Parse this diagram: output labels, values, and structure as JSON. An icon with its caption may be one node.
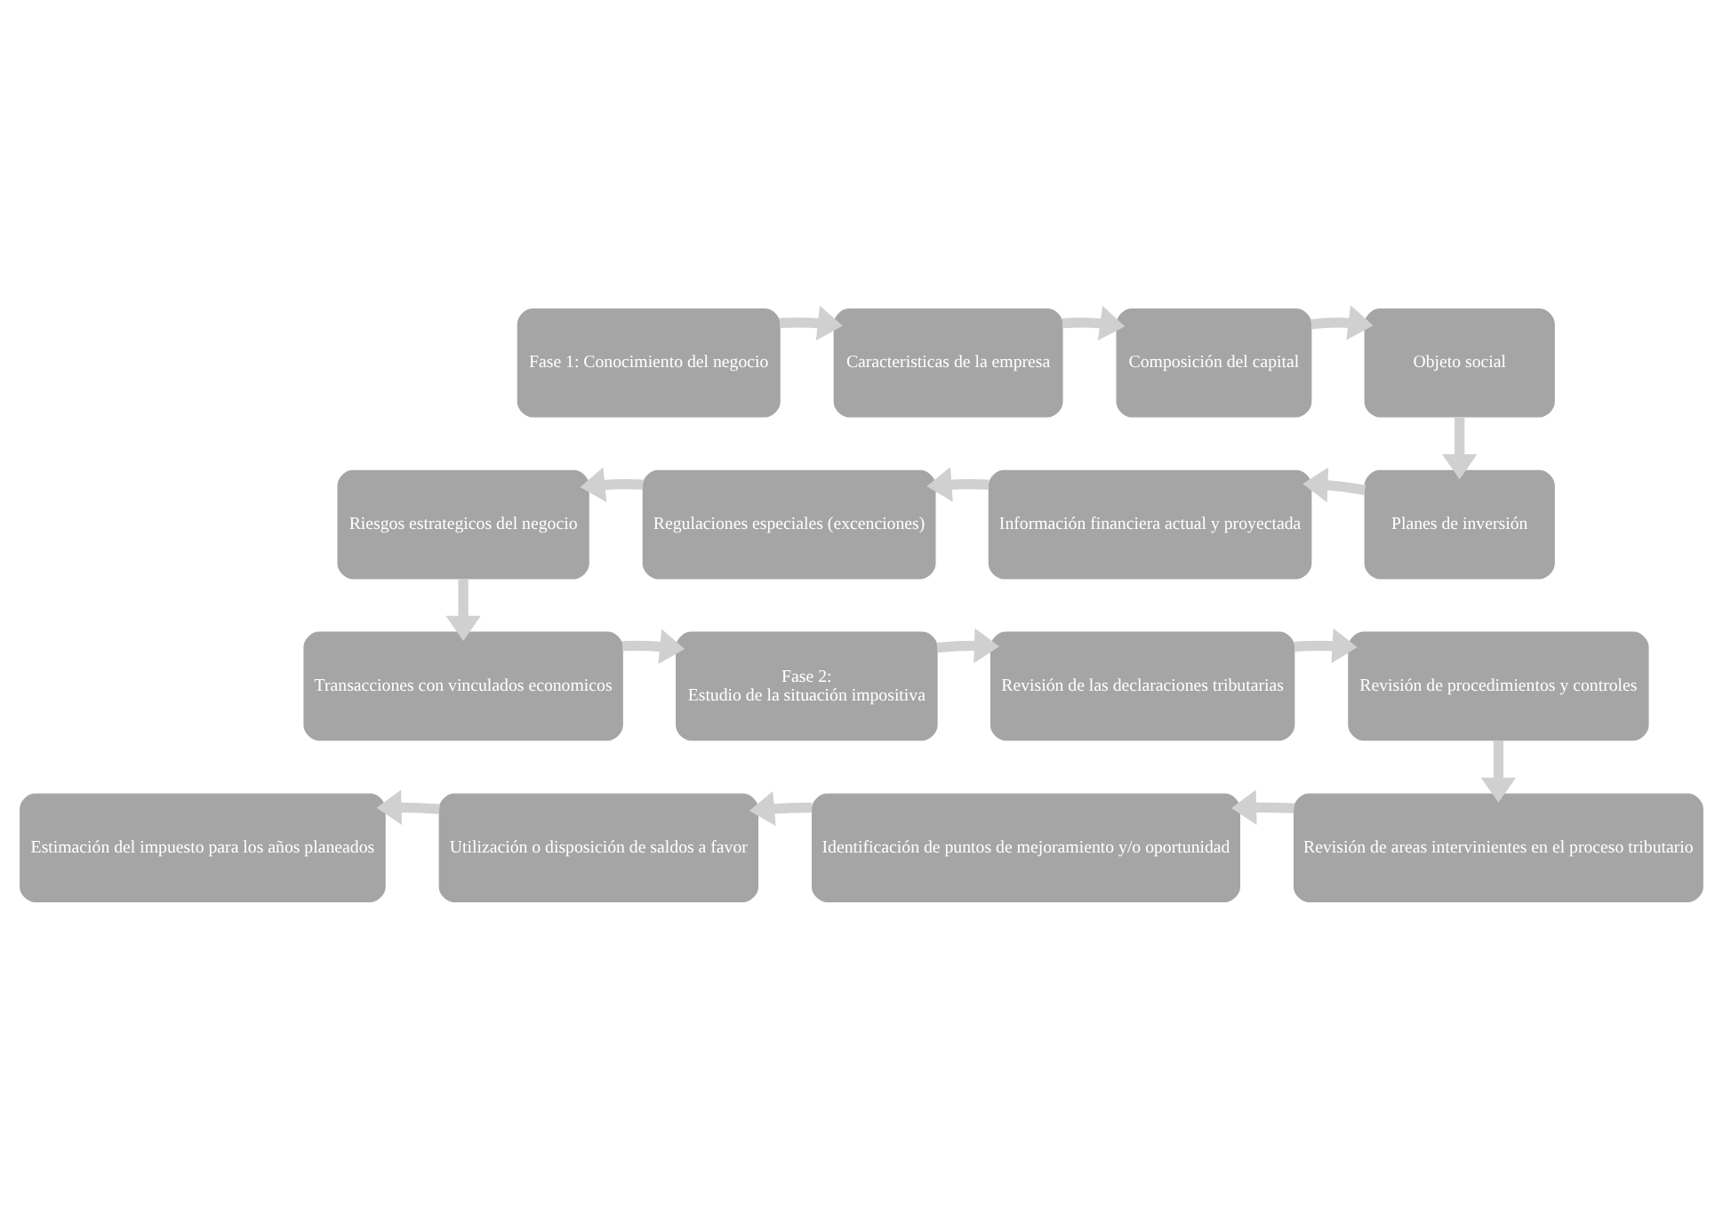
{
  "diagram": {
    "nodes": [
      {
        "text": [
          "Fase 1: Conocimiento del negocio"
        ]
      },
      {
        "text": [
          "Caracteristicas de la empresa"
        ]
      },
      {
        "text": [
          "Composición del capital"
        ]
      },
      {
        "text": [
          "Objeto social"
        ]
      },
      {
        "text": [
          "Planes de inversión"
        ]
      },
      {
        "text": [
          "Información financiera actual y proyectada"
        ]
      },
      {
        "text": [
          "Regulaciones especiales (excenciones)"
        ]
      },
      {
        "text": [
          "Riesgos estrategicos del negocio"
        ]
      },
      {
        "text": [
          "Transacciones con vinculados economicos"
        ]
      },
      {
        "text": [
          "Fase 2:",
          "Estudio de la situación impositiva"
        ]
      },
      {
        "text": [
          "Revisión de las declaraciones tributarias"
        ]
      },
      {
        "text": [
          "Revisión de procedimientos y controles"
        ]
      },
      {
        "text": [
          "Revisión de areas intervinientes en el proceso tributario"
        ]
      },
      {
        "text": [
          "Identificación de puntos de mejoramiento y/o oportunidad"
        ]
      },
      {
        "text": [
          "Utilización o disposición de saldos a favor"
        ]
      },
      {
        "text": [
          "Estimación del impuesto para los años planeados"
        ]
      }
    ],
    "edges": [
      {
        "from": 0,
        "to": 1,
        "arrow": "to"
      },
      {
        "from": 1,
        "to": 2,
        "arrow": "to"
      },
      {
        "from": 2,
        "to": 3,
        "arrow": "to"
      },
      {
        "from": 3,
        "to": 4,
        "arrow": "to"
      },
      {
        "from": 4,
        "to": 5,
        "arrow": "to"
      },
      {
        "from": 5,
        "to": 6,
        "arrow": "to"
      },
      {
        "from": 6,
        "to": 7,
        "arrow": "to"
      },
      {
        "from": 7,
        "to": 8,
        "arrow": "to"
      },
      {
        "from": 8,
        "to": 9,
        "arrow": "to"
      },
      {
        "from": 9,
        "to": 10,
        "arrow": "to"
      },
      {
        "from": 10,
        "to": 11,
        "arrow": "to"
      },
      {
        "from": 11,
        "to": 12,
        "arrow": "to"
      },
      {
        "from": 12,
        "to": 13,
        "arrow": "to"
      },
      {
        "from": 13,
        "to": 14,
        "arrow": "to"
      },
      {
        "from": 14,
        "to": 15,
        "arrow": "to"
      }
    ]
  }
}
